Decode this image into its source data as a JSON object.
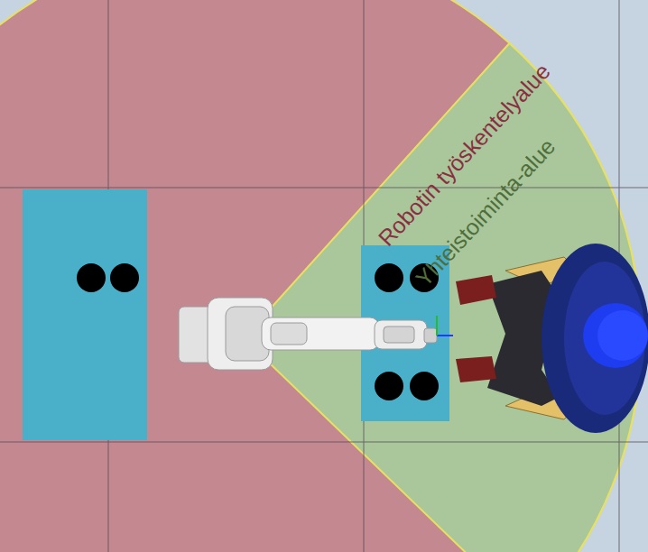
{
  "diagram": {
    "nodes": [
      {
        "text": [
          "Robotin työskentelyalue"
        ]
      },
      {
        "text": [
          "Yhteistoiminta-alue"
        ],
        "in": 0
      }
    ]
  }
}
